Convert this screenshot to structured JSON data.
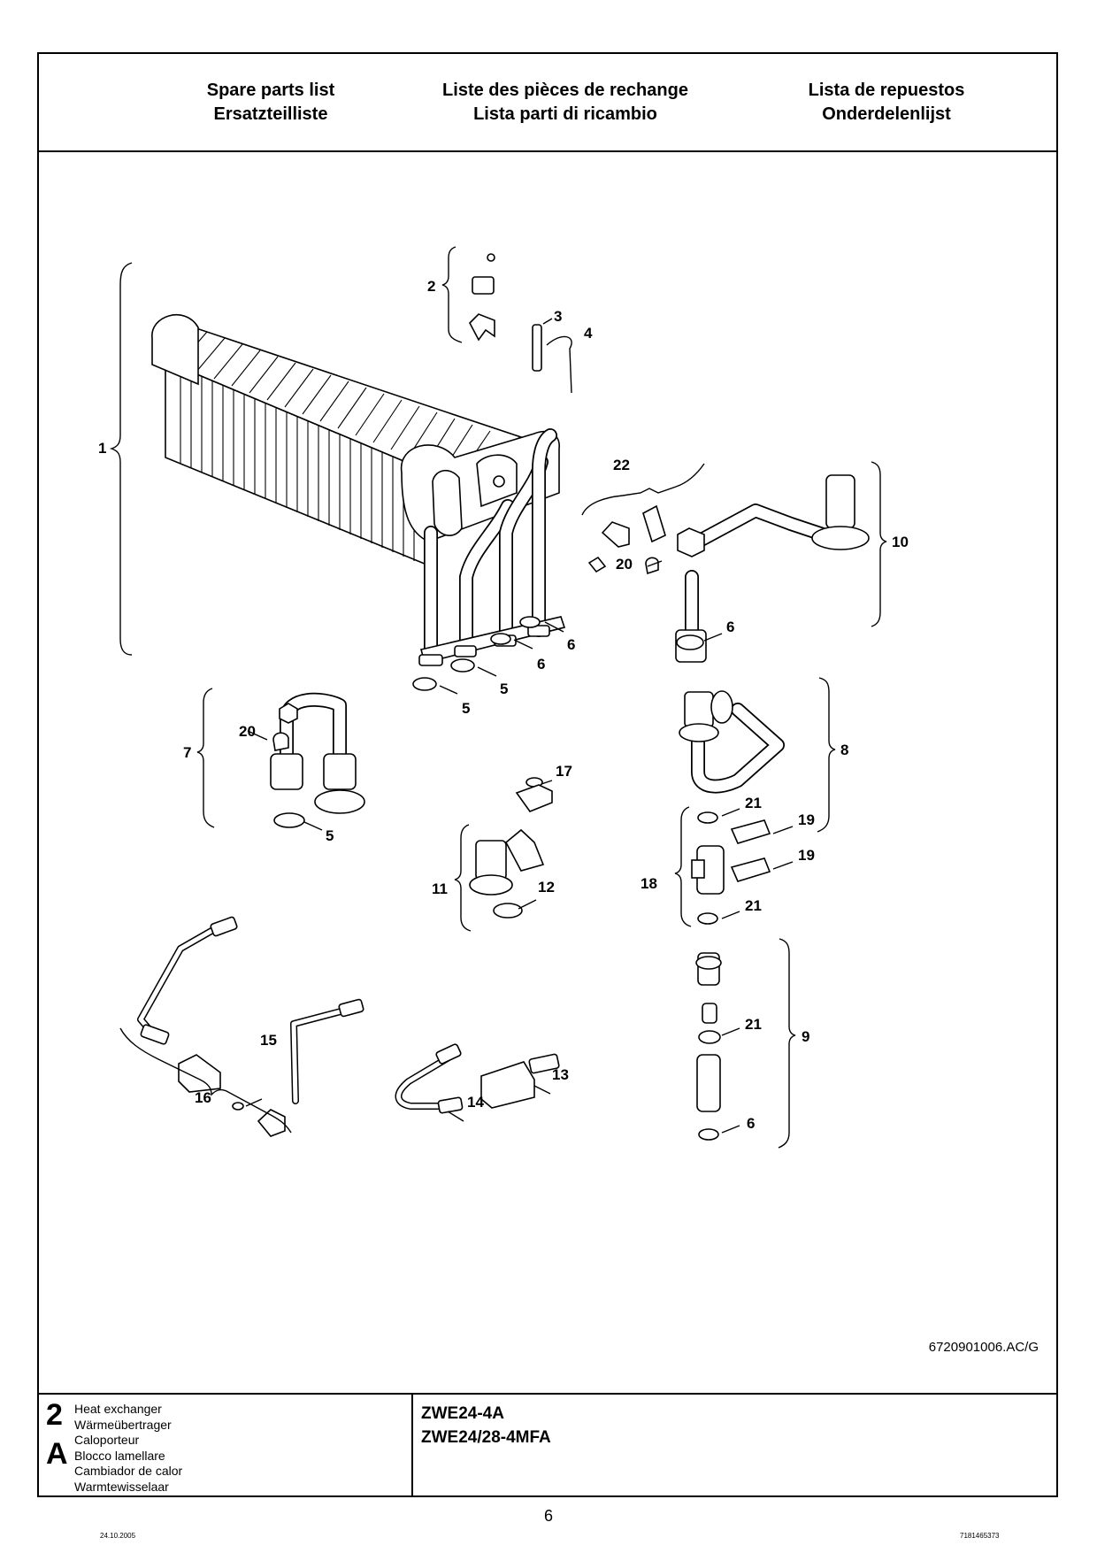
{
  "header": {
    "col1": [
      "Spare parts list",
      "Ersatzteilliste"
    ],
    "col2": [
      "Liste des pièces de rechange",
      "Lista parti di ricambio"
    ],
    "col3": [
      "Lista de repuestos",
      "Onderdelenlijst"
    ]
  },
  "drawing": {
    "reference": "6720901006.AC/G",
    "callouts": [
      "1",
      "2",
      "3",
      "4",
      "22",
      "10",
      "20",
      "6",
      "6",
      "6",
      "5",
      "5",
      "20",
      "7",
      "8",
      "5",
      "17",
      "21",
      "19",
      "19",
      "18",
      "11",
      "12",
      "21",
      "21",
      "9",
      "15",
      "16",
      "13",
      "14",
      "6"
    ]
  },
  "footer": {
    "section_number": "2",
    "section_letter": "A",
    "names": [
      "Heat exchanger",
      "Wärmeübertrager",
      "Caloporteur",
      "Blocco lamellare",
      "Cambiador de calor",
      "Warmtewisselaar"
    ],
    "models": [
      "ZWE24-4A",
      "ZWE24/28-4MFA"
    ]
  },
  "page": {
    "date": "24.10.2005",
    "number": "6",
    "doc_code": "7181465373"
  }
}
